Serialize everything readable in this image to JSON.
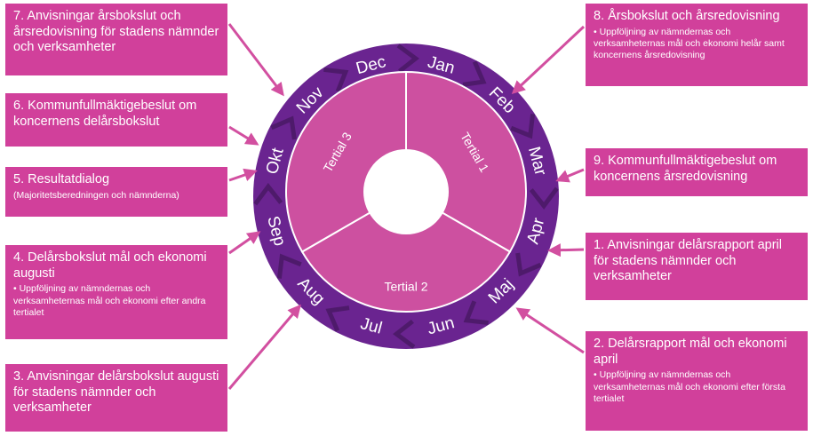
{
  "colors": {
    "box": "#d1409b",
    "ring": "#6a2490",
    "ring_dark": "#4e1a6b",
    "segment": "#cd50a0",
    "arrow": "#d24fa0"
  },
  "wheel": {
    "months": [
      "Jan",
      "Feb",
      "Mar",
      "Apr",
      "Maj",
      "Jun",
      "Jul",
      "Aug",
      "Sep",
      "Okt",
      "Nov",
      "Dec"
    ],
    "tertials": [
      "Tertial 1",
      "Tertial 2",
      "Tertial 3"
    ]
  },
  "boxes": [
    {
      "id": "7",
      "title": "7. Anvisningar årsbokslut och årsredovisning för stadens nämnder och verksamheter",
      "sub": ""
    },
    {
      "id": "6",
      "title": "6. Kommunfullmäktigebeslut om koncernens delårsbokslut",
      "sub": ""
    },
    {
      "id": "5",
      "title": "5. Resultatdialog",
      "sub": "(Majoritetsberedningen och nämnderna)"
    },
    {
      "id": "4",
      "title": "4. Delårsbokslut mål och ekonomi augusti",
      "sub": "• Uppföljning av nämndernas och verksamheternas mål och ekonomi efter andra tertialet"
    },
    {
      "id": "3",
      "title": "3. Anvisningar delårsbokslut augusti för stadens nämnder och verksamheter",
      "sub": ""
    },
    {
      "id": "8",
      "title": "8. Årsbokslut och årsredovisning",
      "sub": "• Uppföljning av nämndernas och verksamheternas mål och ekonomi helår samt koncernens årsredovisning"
    },
    {
      "id": "9",
      "title": "9. Kommunfullmäktigebeslut om koncernens årsredovisning",
      "sub": ""
    },
    {
      "id": "1",
      "title": "1. Anvisningar delårsrapport april för stadens nämnder och verksamheter",
      "sub": ""
    },
    {
      "id": "2",
      "title": "2. Delårsrapport mål och ekonomi april",
      "sub": "• Uppföljning av nämndernas och verksamheternas mål och ekonomi efter första tertialet"
    }
  ]
}
